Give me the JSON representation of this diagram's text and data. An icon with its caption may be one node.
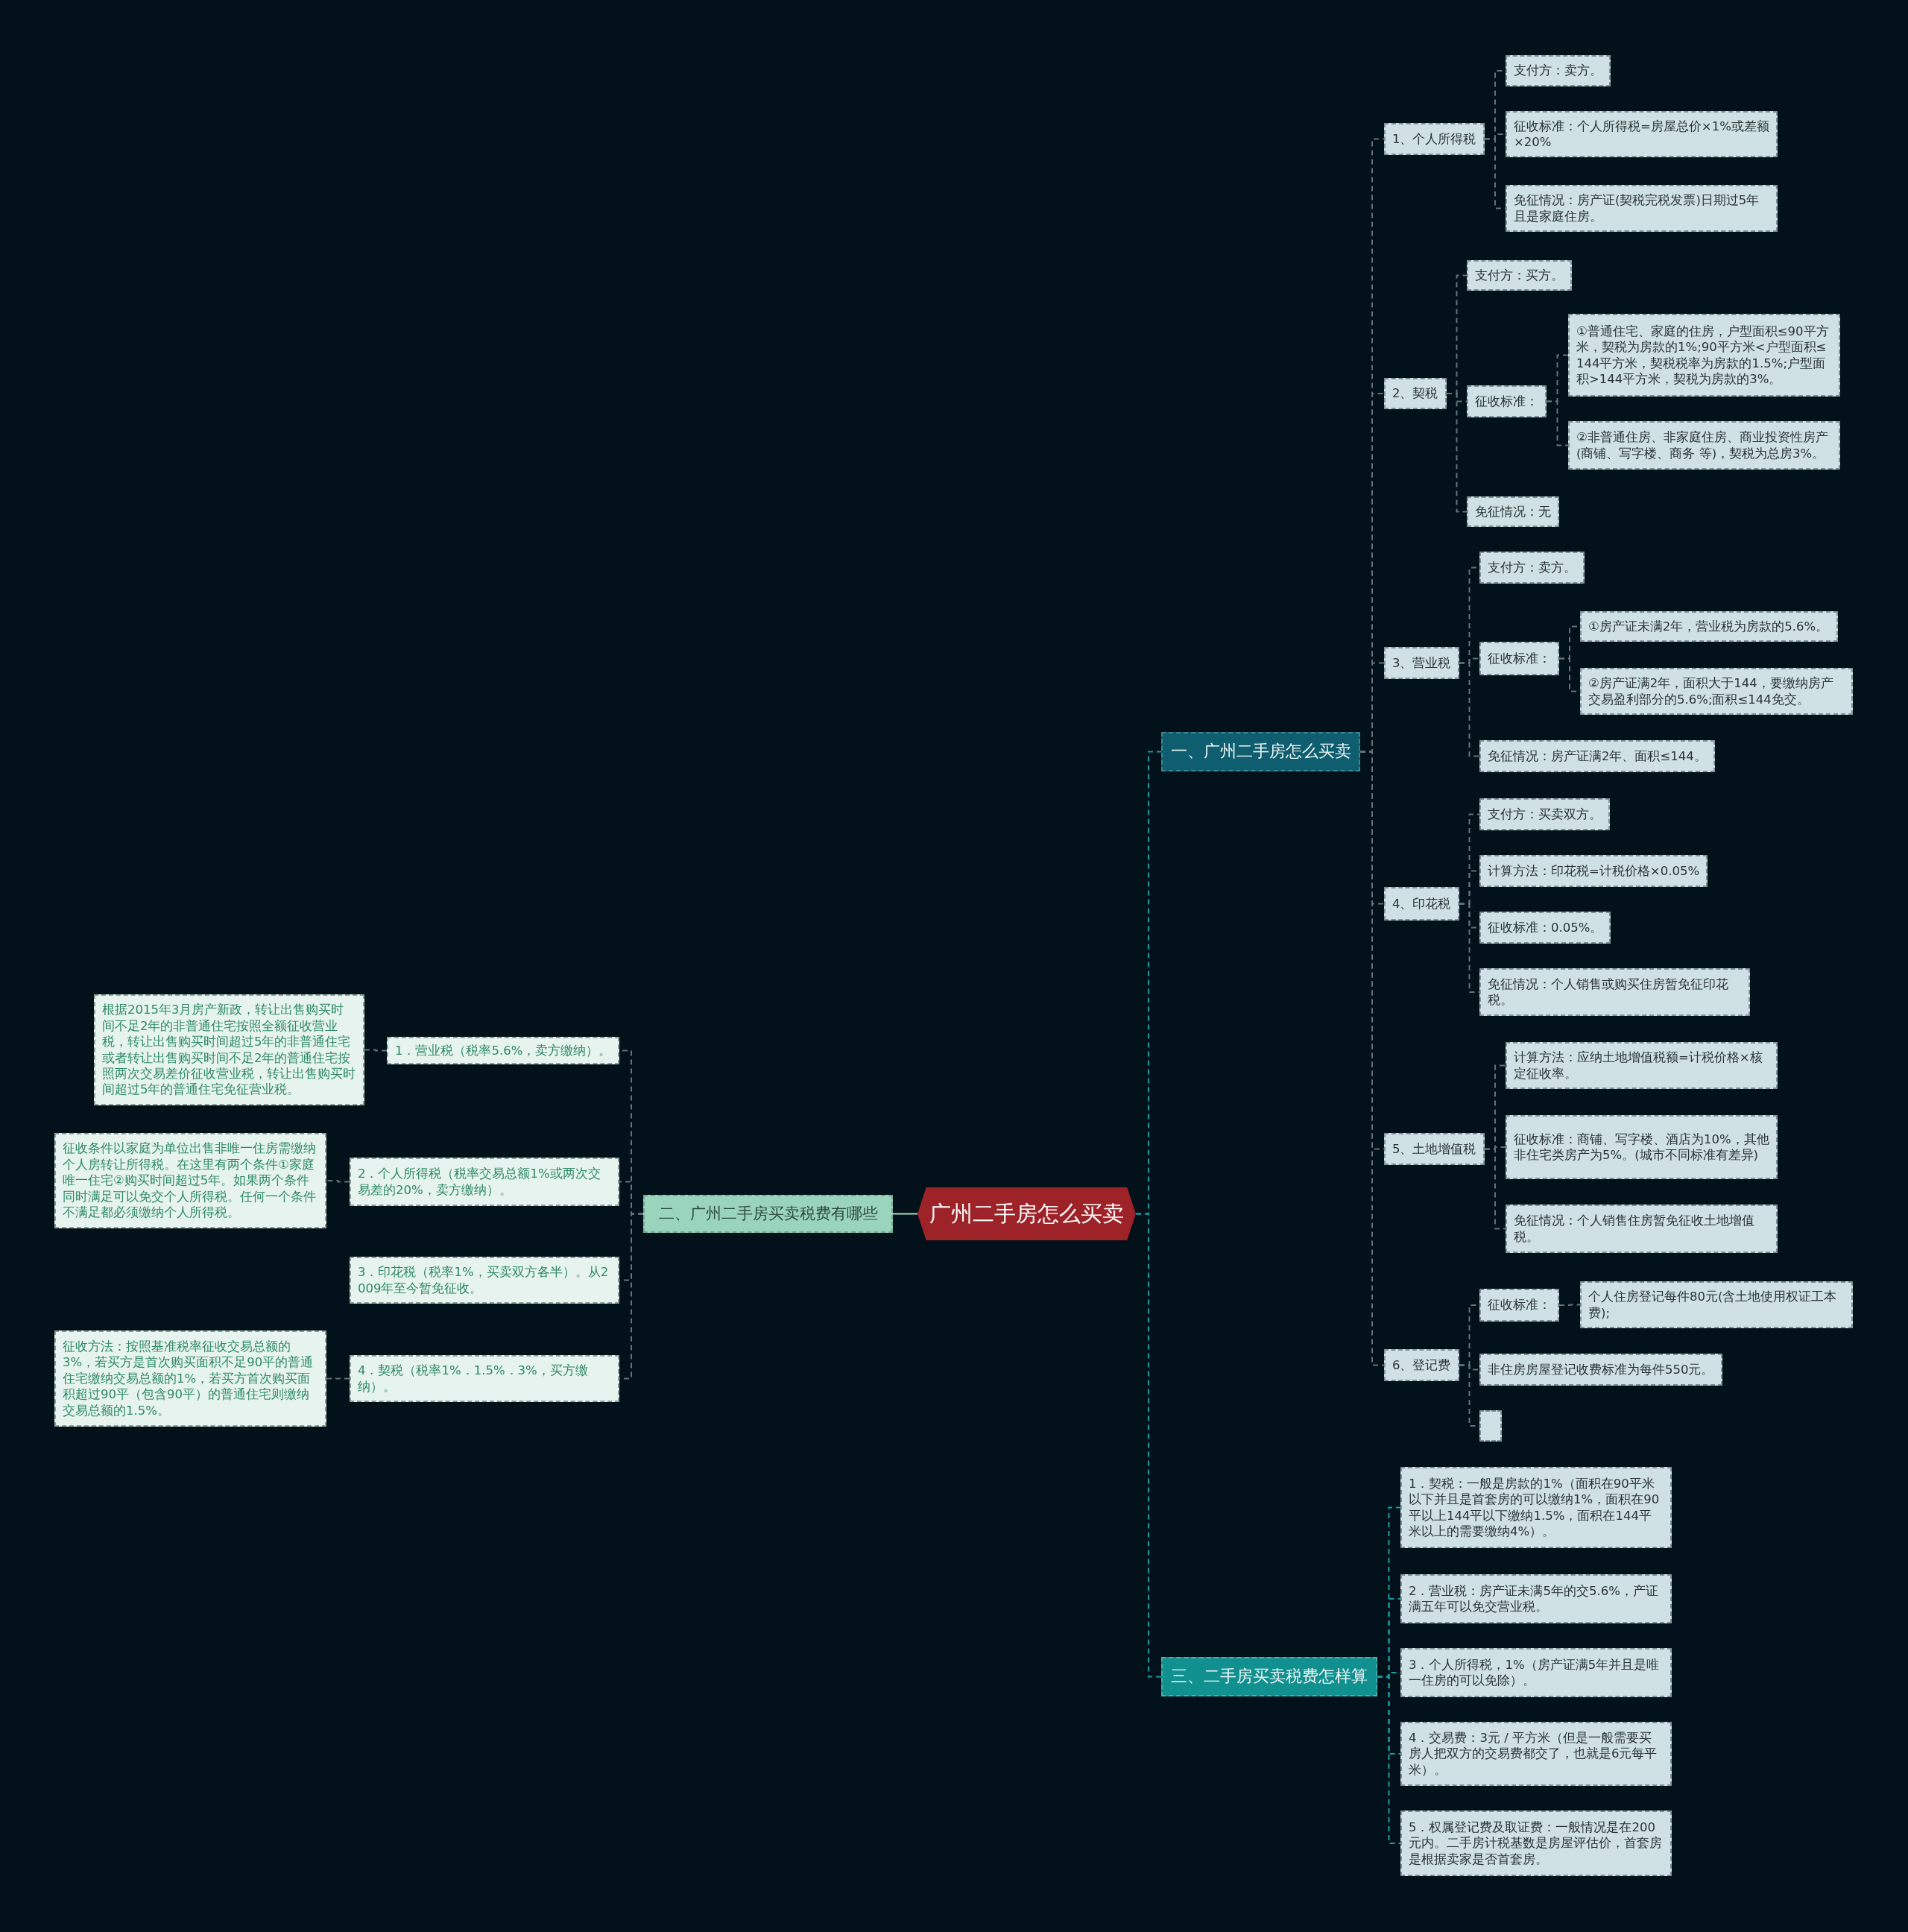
{
  "diagram": {
    "nodes": [
      {
        "text": [
          "广州二手房怎么买卖"
        ]
      },
      {
        "text": [
          "一、广州二手房怎么买卖"
        ]
      },
      {
        "text": [
          "二、广州二手房买卖税费有哪些"
        ]
      },
      {
        "text": [
          "三、二手房买卖税费怎样算"
        ]
      },
      {
        "text": [
          "1、个人所得税"
        ]
      },
      {
        "text": [
          "支付方：卖方。"
        ]
      },
      {
        "text": [
          "征收标准：个人所得税=房屋总价×1%或差额×20%"
        ]
      },
      {
        "text": [
          "免征情况：房产证(契税完税发票)日期过5年且是家庭住房。"
        ]
      },
      {
        "text": [
          "2、契税"
        ]
      },
      {
        "text": [
          "支付方：买方。"
        ]
      },
      {
        "text": [
          "征收标准："
        ]
      },
      {
        "text": [
          "①普通住宅、家庭的住房，户型面积≤90平方米，契税为房款的1%;90平方米<户型面积≤144平方米，契税税率为房款的1.5%;户型面积>144平方米，契税为房款的3%。"
        ]
      },
      {
        "text": [
          "②非普通住房、非家庭住房、商业投资性房产(商铺、写字楼、商务 等)，契税为总房3%。"
        ]
      },
      {
        "text": [
          "免征情况：无"
        ]
      },
      {
        "text": [
          "3、营业税"
        ]
      },
      {
        "text": [
          "支付方：卖方。"
        ]
      },
      {
        "text": [
          "征收标准："
        ]
      },
      {
        "text": [
          "①房产证未满2年，营业税为房款的5.6%。"
        ]
      },
      {
        "text": [
          "②房产证满2年，面积大于144，要缴纳房产交易盈利部分的5.6%;面积≤144免交。"
        ]
      },
      {
        "text": [
          "免征情况：房产证满2年、面积≤144。"
        ]
      },
      {
        "text": [
          "4、印花税"
        ]
      },
      {
        "text": [
          "支付方：买卖双方。"
        ]
      },
      {
        "text": [
          "计算方法：印花税=计税价格×0.05%"
        ]
      },
      {
        "text": [
          "征收标准：0.05%。"
        ]
      },
      {
        "text": [
          "免征情况：个人销售或购买住房暂免征印花税。"
        ]
      },
      {
        "text": [
          "5、土地增值税"
        ]
      },
      {
        "text": [
          "计算方法：应纳土地增值税额=计税价格×核定征收率。"
        ]
      },
      {
        "text": [
          "征收标准：商铺、写字楼、酒店为10%，其他非住宅类房产为5%。(城市不同标准有差异)"
        ]
      },
      {
        "text": [
          "免征情况：个人销售住房暂免征收土地增值税。"
        ]
      },
      {
        "text": [
          "6、登记费"
        ]
      },
      {
        "text": [
          "征收标准："
        ]
      },
      {
        "text": [
          "个人住房登记每件80元(含土地使用权证工本费);"
        ]
      },
      {
        "text": [
          "非住房房屋登记收费标准为每件550元。"
        ]
      },
      {
        "text": [],
        "shape": "box"
      },
      {
        "text": [
          "1．契税：一般是房款的1%（面积在90平米以下并且是首套房的可以缴纳1%，面积在90平以上144平以下缴纳1.5%，面积在144平米以上的需要缴纳4%）。"
        ]
      },
      {
        "text": [
          "2．营业税：房产证未满5年的交5.6%，产证满五年可以免交营业税。"
        ]
      },
      {
        "text": [
          "3．个人所得税，1%（房产证满5年并且是唯一住房的可以免除）。"
        ]
      },
      {
        "text": [
          "4．交易费：3元 / 平方米（但是一般需要买房人把双方的交易费都交了，也就是6元每平米）。"
        ]
      },
      {
        "text": [
          "5．权属登记费及取证费：一般情况是在200元内。二手房计税基数是房屋评估价，首套房是根据卖家是否首套房。"
        ]
      },
      {
        "text": [
          "1．营业税（税率5.6%，卖方缴纳）。"
        ]
      },
      {
        "text": [
          "根据2015年3月房产新政，转让出售购买时间不足2年的非普通住宅按照全额征收营业税，转让出售购买时间超过5年的非普通住宅或者转让出售购买时间不足2年的普通住宅按照两次交易差价征收营业税，转让出售购买时间超过5年的普通住宅免征营业税。"
        ]
      },
      {
        "text": [
          "2．个人所得税（税率交易总额1%或两次交易差的20%，卖方缴纳）。"
        ]
      },
      {
        "text": [
          "征收条件以家庭为单位出售非唯一住房需缴纳个人房转让所得税。在这里有两个条件①家庭唯一住宅②购买时间超过5年。如果两个条件同时满足可以免交个人所得税。任何一个条件不满足都必须缴纳个人所得税。"
        ]
      },
      {
        "text": [
          "3．印花税（税率1%，买卖双方各半）。从2009年至今暂免征收。"
        ]
      },
      {
        "text": [
          "4．契税（税率1%．1.5%．3%，买方缴纳）。"
        ]
      },
      {
        "text": [
          "征收方法：按照基准税率征收交易总额的3%，若买方是首次购买面积不足90平的普通住宅缴纳交易总额的1%，若买方首次购买面积超过90平（包含90平）的普通住宅则缴纳交易总额的1.5%。"
        ]
      }
    ],
    "edges": [
      {
        "from": 0,
        "to": 1,
        "arrow": "none",
        "style": "dashed",
        "color": "#1a9ba1"
      },
      {
        "from": 0,
        "to": 2,
        "arrow": "none",
        "color": "#a8dcc6"
      },
      {
        "from": 0,
        "to": 3,
        "arrow": "none",
        "style": "dashed",
        "color": "#1a9ba1"
      },
      {
        "from": 1,
        "to": 4,
        "arrow": "none",
        "style": "dashed"
      },
      {
        "from": 1,
        "to": 8,
        "arrow": "none",
        "style": "dashed"
      },
      {
        "from": 1,
        "to": 14,
        "arrow": "none",
        "style": "dashed"
      },
      {
        "from": 1,
        "to": 20,
        "arrow": "none",
        "style": "dashed"
      },
      {
        "from": 1,
        "to": 25,
        "arrow": "none",
        "style": "dashed"
      },
      {
        "from": 1,
        "to": 29,
        "arrow": "none",
        "style": "dashed"
      },
      {
        "from": 4,
        "to": 5,
        "arrow": "none",
        "style": "dashed"
      },
      {
        "from": 4,
        "to": 6,
        "arrow": "none",
        "style": "dashed"
      },
      {
        "from": 4,
        "to": 7,
        "arrow": "none",
        "style": "dashed"
      },
      {
        "from": 8,
        "to": 9,
        "arrow": "none",
        "style": "dashed"
      },
      {
        "from": 8,
        "to": 10,
        "arrow": "none",
        "style": "dashed"
      },
      {
        "from": 8,
        "to": 13,
        "arrow": "none",
        "style": "dashed"
      },
      {
        "from": 10,
        "to": 11,
        "arrow": "none",
        "style": "dashed"
      },
      {
        "from": 10,
        "to": 12,
        "arrow": "none",
        "style": "dashed"
      },
      {
        "from": 14,
        "to": 15,
        "arrow": "none",
        "style": "dashed"
      },
      {
        "from": 14,
        "to": 16,
        "arrow": "none",
        "style": "dashed"
      },
      {
        "from": 14,
        "to": 19,
        "arrow": "none",
        "style": "dashed"
      },
      {
        "from": 16,
        "to": 17,
        "arrow": "none",
        "style": "dashed"
      },
      {
        "from": 16,
        "to": 18,
        "arrow": "none",
        "style": "dashed"
      },
      {
        "from": 20,
        "to": 21,
        "arrow": "none",
        "style": "dashed"
      },
      {
        "from": 20,
        "to": 22,
        "arrow": "none",
        "style": "dashed"
      },
      {
        "from": 20,
        "to": 23,
        "arrow": "none",
        "style": "dashed"
      },
      {
        "from": 20,
        "to": 24,
        "arrow": "none",
        "style": "dashed"
      },
      {
        "from": 25,
        "to": 26,
        "arrow": "none",
        "style": "dashed"
      },
      {
        "from": 25,
        "to": 27,
        "arrow": "none",
        "style": "dashed"
      },
      {
        "from": 25,
        "to": 28,
        "arrow": "none",
        "style": "dashed"
      },
      {
        "from": 29,
        "to": 30,
        "arrow": "none",
        "style": "dashed"
      },
      {
        "from": 29,
        "to": 32,
        "arrow": "none",
        "style": "dashed"
      },
      {
        "from": 29,
        "to": 33,
        "arrow": "none",
        "style": "dashed"
      },
      {
        "from": 30,
        "to": 31,
        "arrow": "none",
        "style": "dashed"
      },
      {
        "from": 3,
        "to": 34,
        "arrow": "none",
        "style": "dashed",
        "color": "#1a9ba1"
      },
      {
        "from": 3,
        "to": 35,
        "arrow": "none",
        "style": "dashed",
        "color": "#1a9ba1"
      },
      {
        "from": 3,
        "to": 36,
        "arrow": "none",
        "style": "dashed",
        "color": "#1a9ba1"
      },
      {
        "from": 3,
        "to": 37,
        "arrow": "none",
        "style": "dashed",
        "color": "#1a9ba1"
      },
      {
        "from": 3,
        "to": 38,
        "arrow": "none",
        "style": "dashed",
        "color": "#1a9ba1"
      },
      {
        "from": 2,
        "to": 39,
        "arrow": "none",
        "style": "dashed"
      },
      {
        "from": 2,
        "to": 41,
        "arrow": "none",
        "style": "dashed"
      },
      {
        "from": 2,
        "to": 43,
        "arrow": "none",
        "style": "dashed"
      },
      {
        "from": 2,
        "to": 44,
        "arrow": "none",
        "style": "dashed"
      },
      {
        "from": 39,
        "to": 40,
        "arrow": "none",
        "style": "dashed"
      },
      {
        "from": 41,
        "to": 42,
        "arrow": "none",
        "style": "dashed"
      },
      {
        "from": 44,
        "to": 45,
        "arrow": "none",
        "style": "dashed"
      }
    ]
  }
}
